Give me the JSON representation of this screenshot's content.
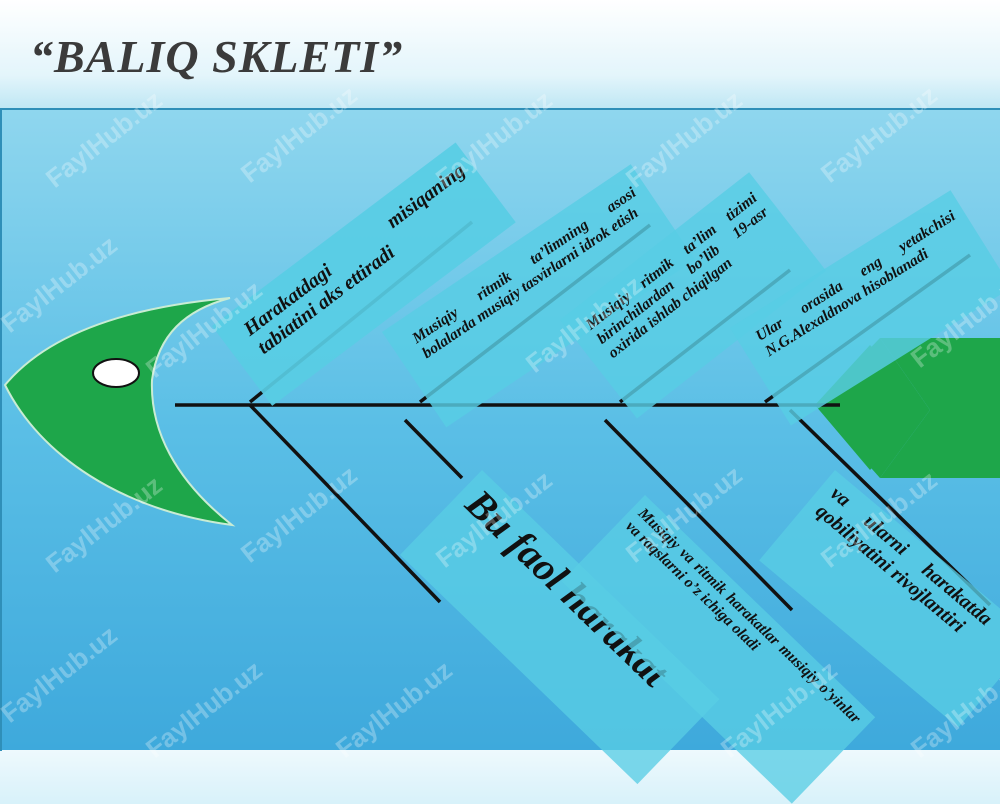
{
  "slide": {
    "title": "“BALIQ SKLETI”",
    "colors": {
      "fish": "#1ea64a",
      "bone": "#111111",
      "card": "#58cde4",
      "title": "#3b3b3b"
    }
  },
  "diagram": {
    "top_labels": [
      "Harakatdagi  misiqaning tabiatini aks ettiradi",
      "Musiqiy ritmik ta’limning asosi bolalarda musiqiy tasvirlarni idrok etish",
      "Musiqiy ritmik ta’lim tizimi birinchilardan bo’lib 19-asr oxirida ishlab chiqilgan",
      "Ular orasida eng yetakchisi N.G.Alexaldnova hisoblanadi"
    ],
    "bottom_labels": [
      "Bu faol harakat",
      "Musiqiy va ritmik harakatlar musiqiy o’yinlar va raqslarni o’z ichiga oladi",
      "va ularni harakatda a qobiliyatini rivojlantiri"
    ]
  },
  "watermark": "FaylHub.uz"
}
